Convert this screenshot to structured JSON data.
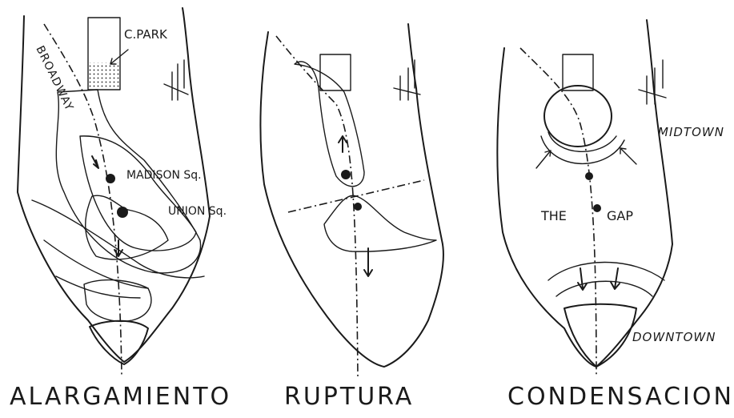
{
  "panels": [
    {
      "caption": "ALARGAMIENTO",
      "labels": {
        "park": "C.PARK",
        "street": "BROADWAY",
        "square1": "MADISON Sq.",
        "square2": "UNION Sq."
      }
    },
    {
      "caption": "RUPTURA"
    },
    {
      "caption": "CONDENSACION",
      "labels": {
        "upper": "MIDTOWN",
        "middle_left": "THE",
        "middle_right": "GAP",
        "lower": "DOWNTOWN"
      }
    }
  ]
}
